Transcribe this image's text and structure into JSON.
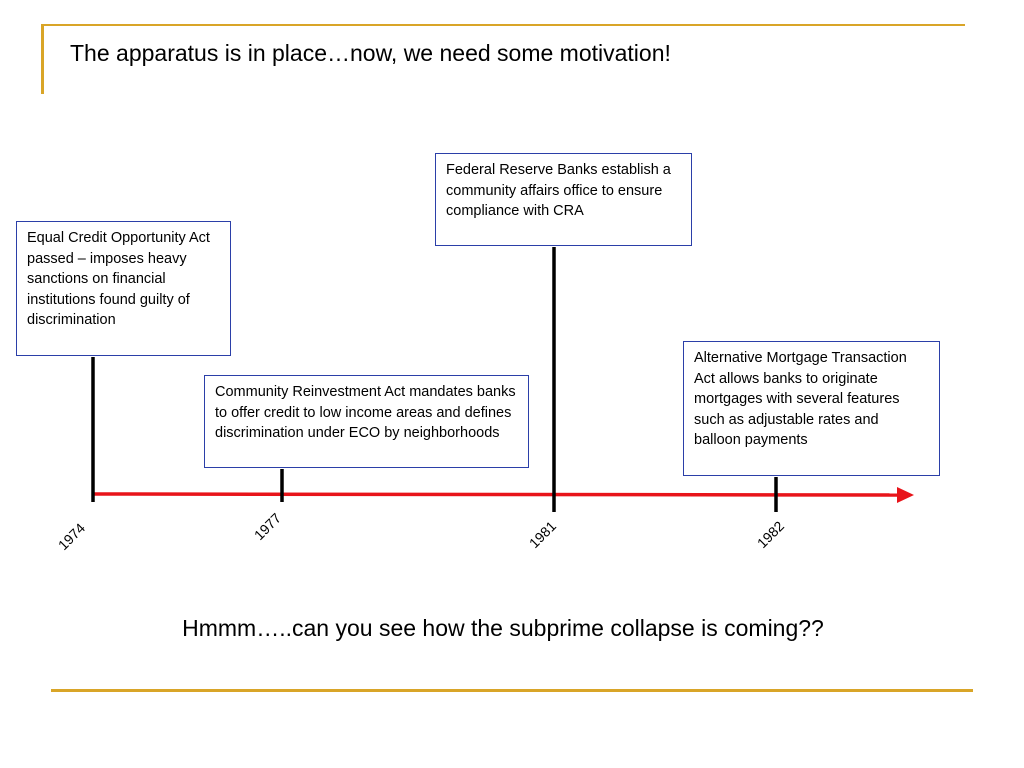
{
  "title": "The apparatus is in place…now, we need some motivation!",
  "closing_text": "Hmmm…..can you see how the subprime collapse is coming??",
  "colors": {
    "accent_rule": "#d9a528",
    "timeline_arrow": "#e8141a",
    "box_border": "#2b3fa8",
    "marker": "#000000"
  },
  "events": [
    {
      "year": "1974",
      "text": "Equal Credit Opportunity Act passed – imposes heavy sanctions on financial institutions found guilty of discrimination"
    },
    {
      "year": "1977",
      "text": "Community Reinvestment Act mandates banks to offer credit to low income areas and defines discrimination under ECO by neighborhoods"
    },
    {
      "year": "1981",
      "text": "Federal Reserve Banks establish a community affairs office to ensure compliance with CRA"
    },
    {
      "year": "1982",
      "text": "Alternative Mortgage Transaction Act allows banks to originate mortgages with several features such as adjustable rates and balloon payments"
    }
  ]
}
